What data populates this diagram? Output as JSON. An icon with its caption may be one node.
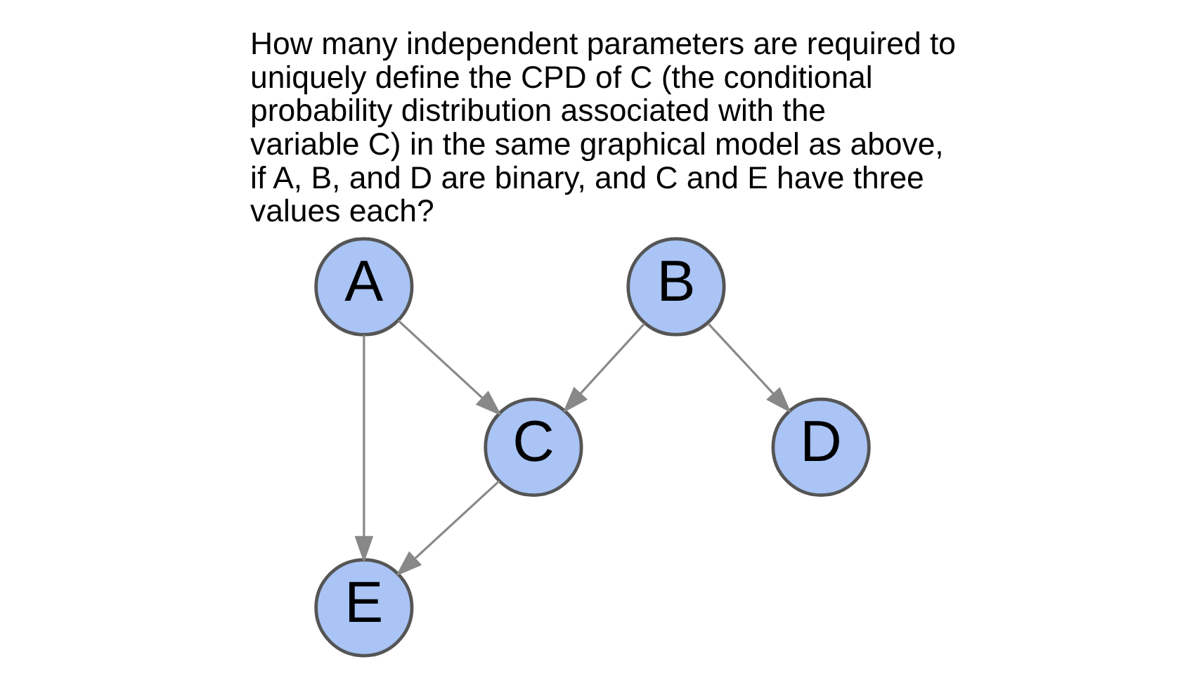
{
  "diagram": {
    "title": "How many independent parameters are required to uniquely define the CPD of C (the conditional probability distribution associated with the variable C) in the same graphical model as above, if A, B, and D are binary, and C and E have three values each?",
    "nodes": [
      {
        "text": [
          "A"
        ]
      },
      {
        "text": [
          "B"
        ]
      },
      {
        "text": [
          "C"
        ]
      },
      {
        "text": [
          "D"
        ]
      },
      {
        "text": [
          "E"
        ]
      }
    ],
    "edges": [
      {
        "from": 0,
        "to": 2,
        "arrow": "to"
      },
      {
        "from": 1,
        "to": 2,
        "arrow": "to"
      },
      {
        "from": 1,
        "to": 3,
        "arrow": "to"
      },
      {
        "from": 0,
        "to": 4,
        "arrow": "to"
      },
      {
        "from": 2,
        "to": 4,
        "arrow": "to"
      }
    ]
  }
}
